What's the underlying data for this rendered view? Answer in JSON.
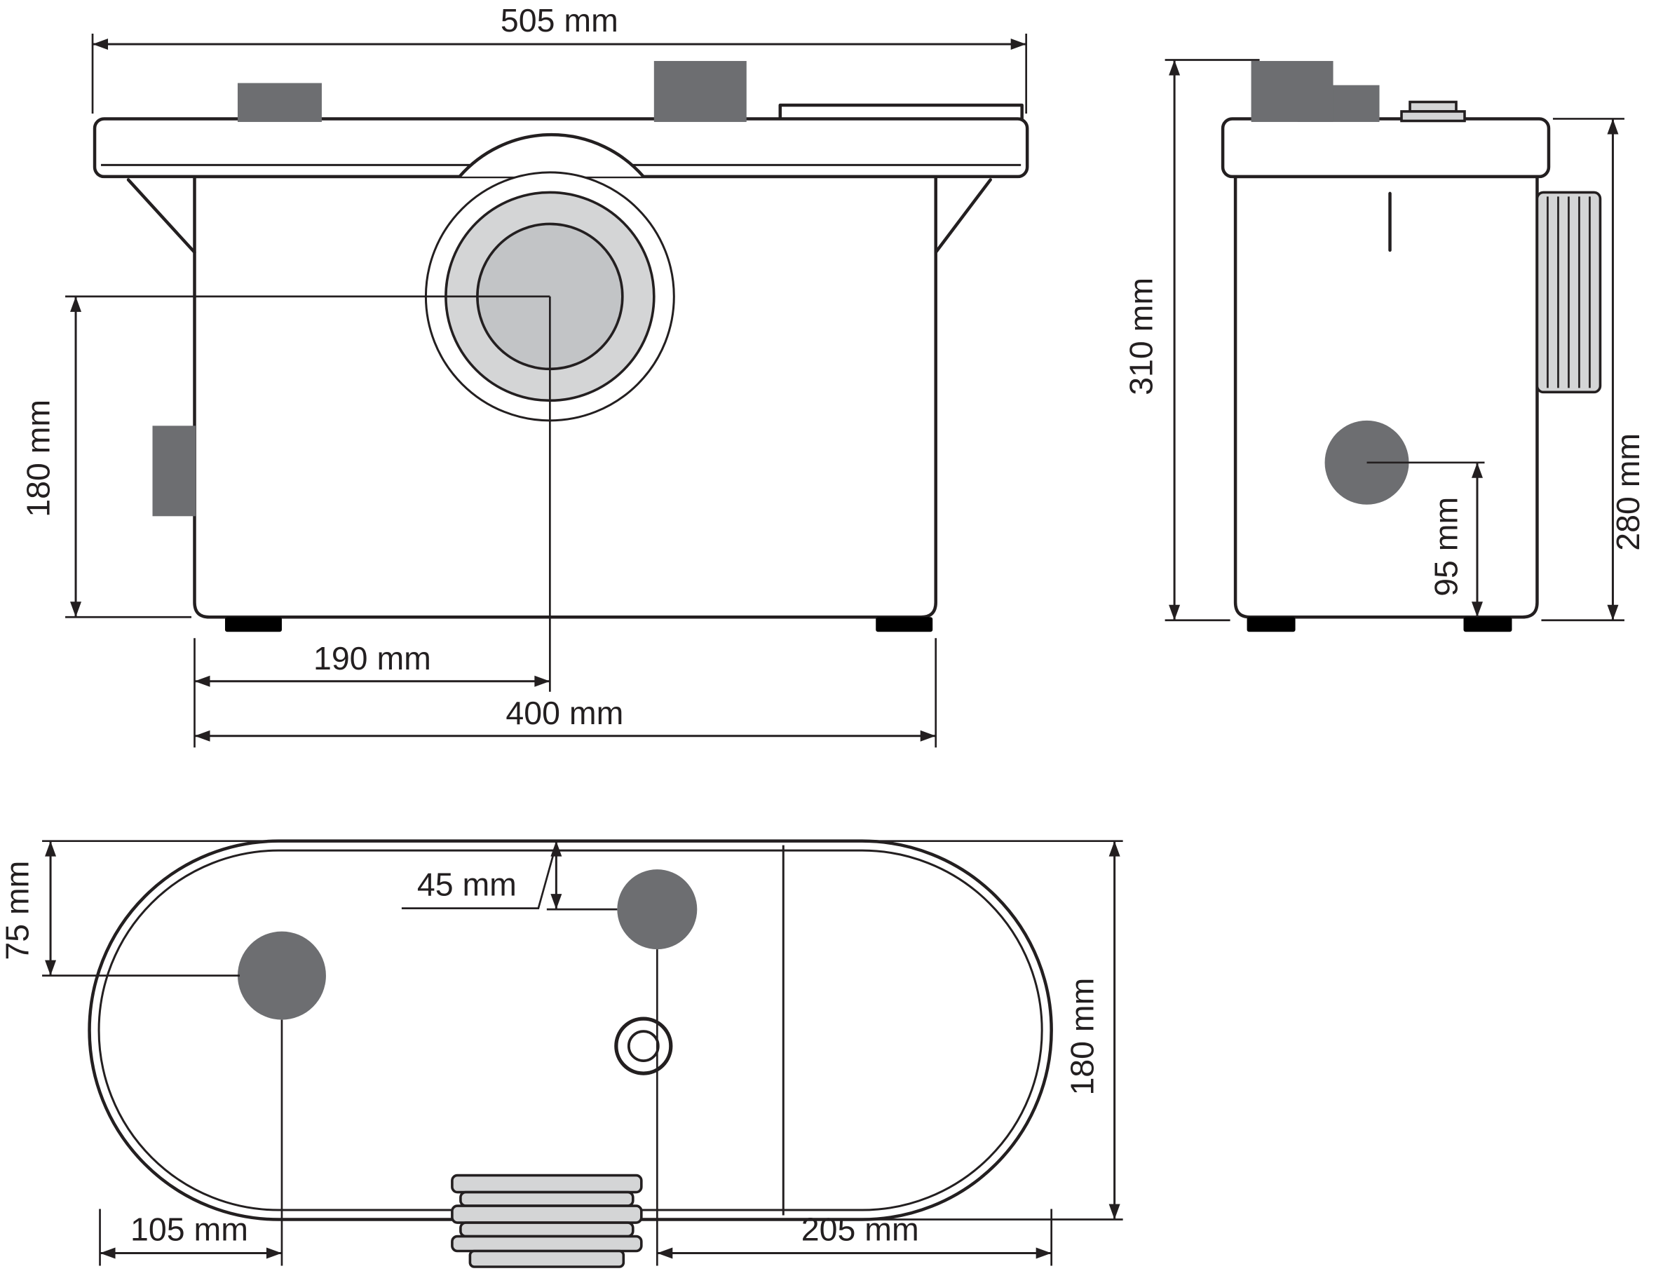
{
  "colors": {
    "line": "#231f20",
    "dark_gray": "#6d6e71",
    "light_gray": "#d4d5d6",
    "mid_gray": "#c2c4c6",
    "black": "#000000"
  },
  "views": {
    "front": {
      "dim_top_width": "505 mm",
      "dim_left_height": "180 mm",
      "dim_inlet_center": "190 mm",
      "dim_base_width": "400 mm"
    },
    "side": {
      "dim_total_height": "310 mm",
      "dim_outlet_center": "95 mm",
      "dim_body_height": "280 mm"
    },
    "top": {
      "dim_inlet_top_offset": "75 mm",
      "dim_center_inlet_offset": "45 mm",
      "dim_depth": "180 mm",
      "dim_inlet_left_offset": "105 mm",
      "dim_right_span": "205 mm"
    }
  }
}
